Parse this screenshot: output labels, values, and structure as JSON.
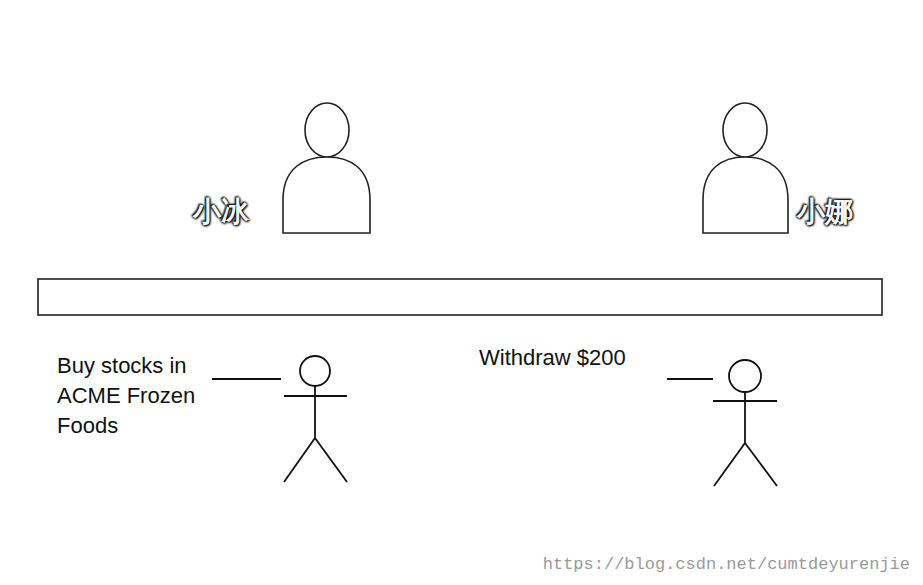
{
  "diagram": {
    "labels": [
      "小冰",
      "小娜",
      "Buy stocks in ACME Frozen Foods",
      "Withdraw $200",
      "https://blog.csdn.net/cumtdeyurenjie"
    ]
  }
}
